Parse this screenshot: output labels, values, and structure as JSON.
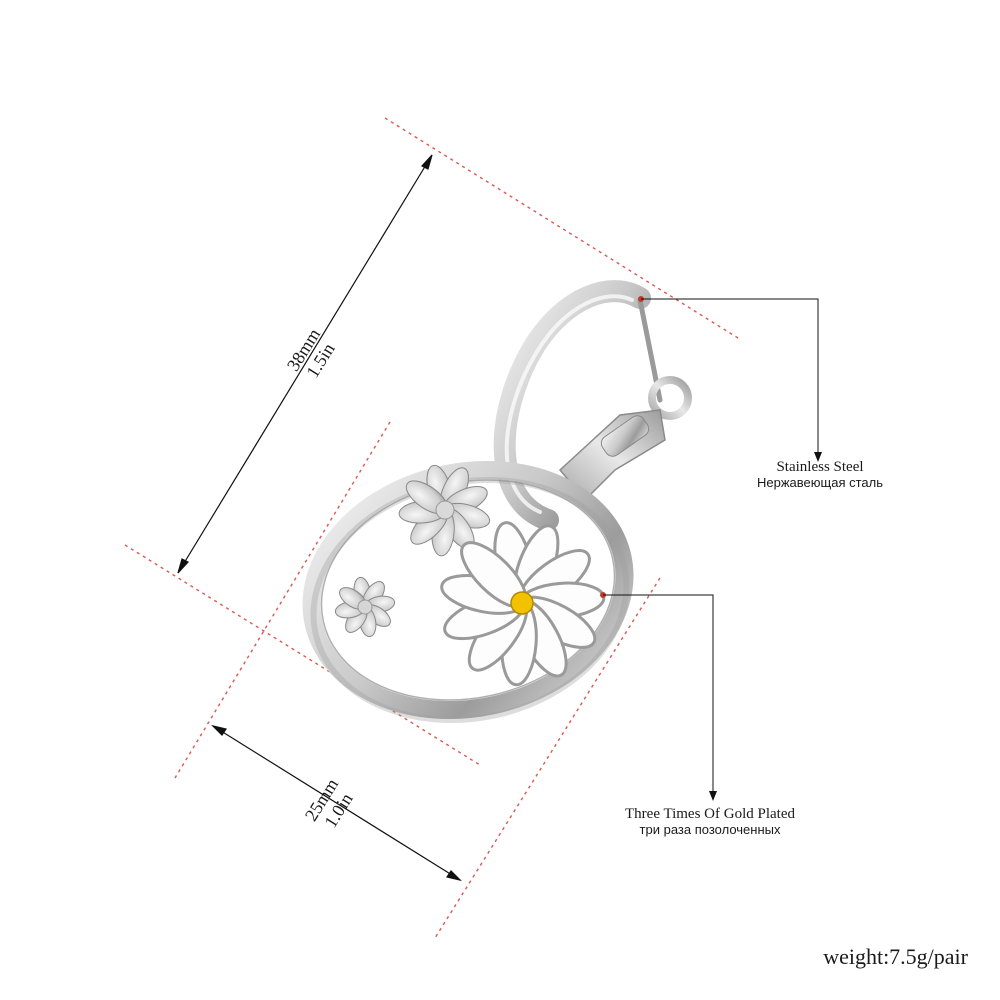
{
  "dimensions": {
    "length_mm": "38mm",
    "length_in": "1.5in",
    "width_mm": "25mm",
    "width_in": "1.0in"
  },
  "callouts": {
    "material": {
      "label_en": "Stainless Steel",
      "label_ru": "Нержавеющая сталь"
    },
    "plating": {
      "label_en": "Three Times Of Gold Plated",
      "label_ru": "три раза позолоченных"
    }
  },
  "weight": "weight:7.5g/pair",
  "colors": {
    "guide_line": "#e0554f",
    "metal_light": "#f2f2f2",
    "metal_mid": "#bfbfbf",
    "metal_dark": "#8a8a8a",
    "enamel_white": "#fdfdfd",
    "flower_center": "#f2c200",
    "callout_dot": "#c0392b"
  }
}
